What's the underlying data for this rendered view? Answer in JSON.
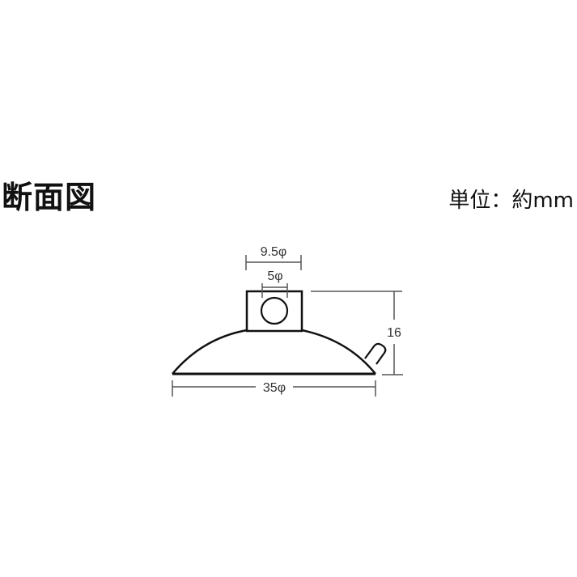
{
  "header": {
    "title": "断面図",
    "unit_label": "単位：約mm"
  },
  "diagram": {
    "name": "suction-cup-cross-section",
    "dimensions": {
      "outer_diameter": "9.5φ",
      "hole_diameter": "5φ",
      "height": "16",
      "base_diameter": "35φ"
    }
  },
  "colors": {
    "line": "#111111",
    "dim_line": "#555555",
    "background": "#ffffff"
  }
}
